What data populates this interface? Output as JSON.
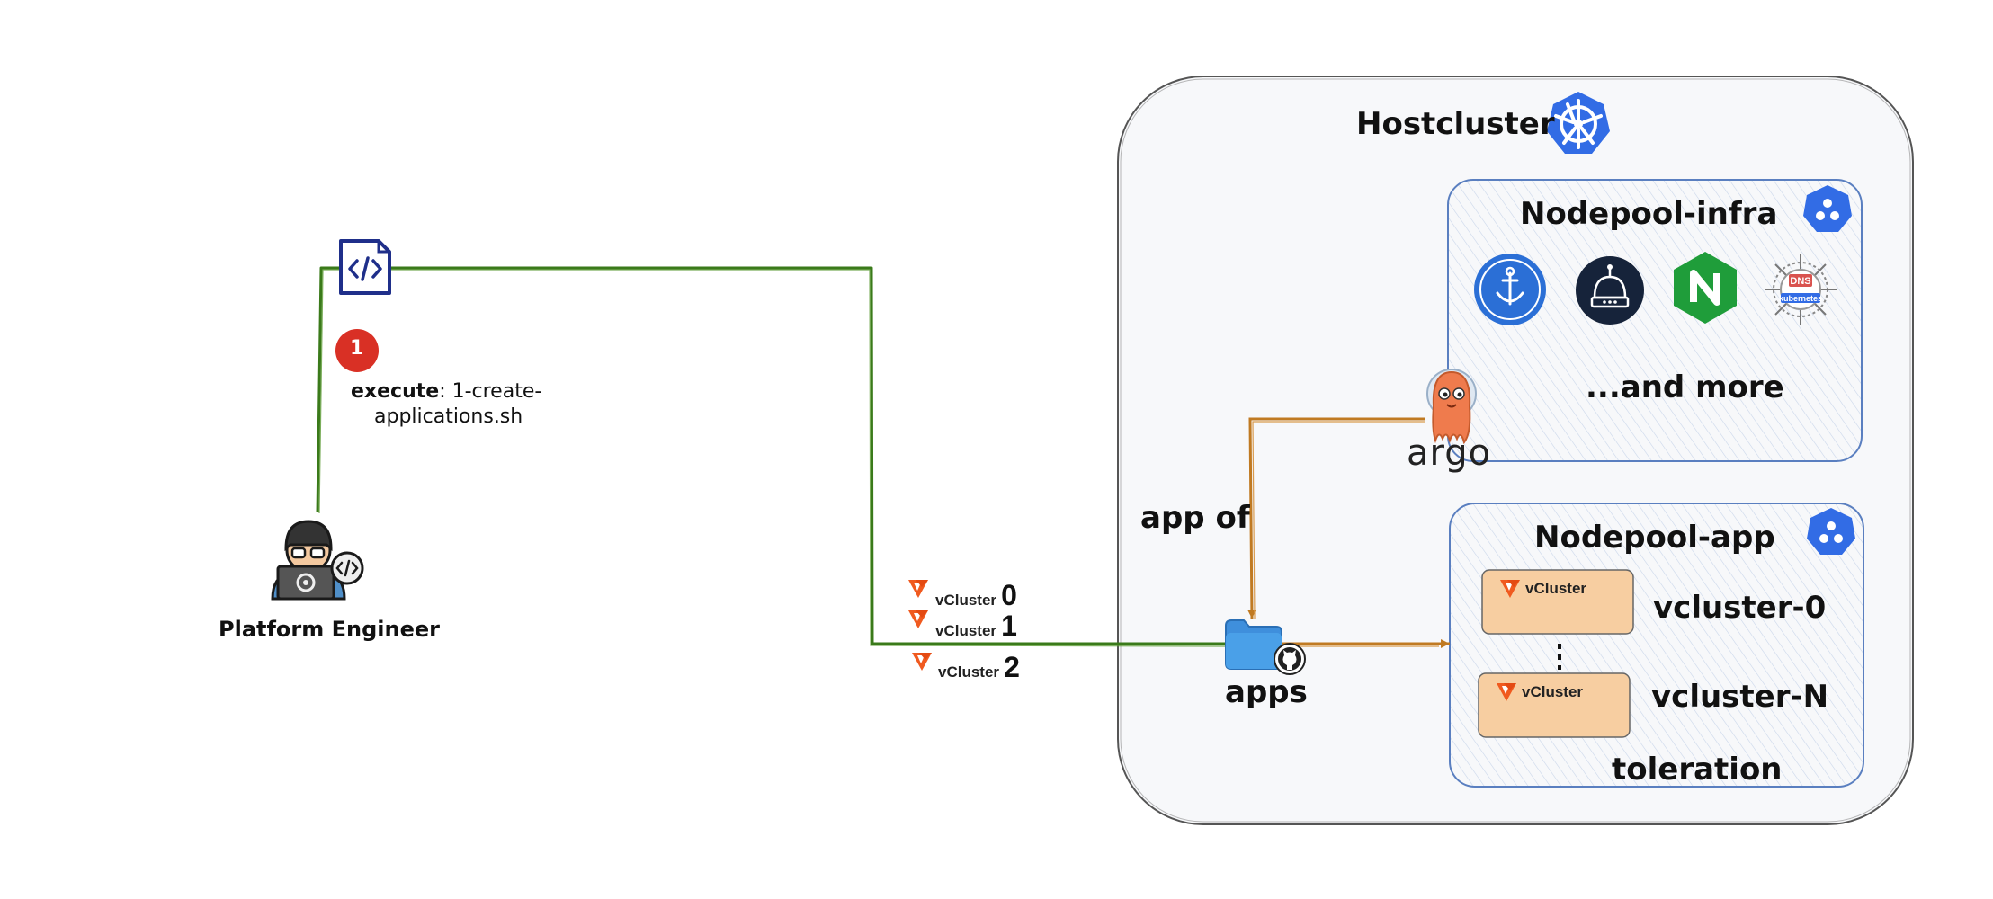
{
  "hostcluster": {
    "title": "Hostcluster"
  },
  "nodepool_infra": {
    "title": "Nodepool-infra",
    "more_text": "...and more"
  },
  "nodepool_app": {
    "title": "Nodepool-app",
    "vcluster_first": "vcluster-0",
    "vcluster_last": "vcluster-N",
    "toleration": "toleration",
    "card_brand": "vCluster"
  },
  "step": {
    "number": "1",
    "label": "execute",
    "command_line1": ": 1-create-",
    "command_line2": "applications.sh"
  },
  "engineer": {
    "label": "Platform Engineer"
  },
  "argo": {
    "wordmark": "argo"
  },
  "app_of_label": "app of",
  "apps_label": "apps",
  "vclusters": [
    {
      "brand": "vCluster",
      "number": "0"
    },
    {
      "brand": "vCluster",
      "number": "1"
    },
    {
      "brand": "vCluster",
      "number": "2"
    }
  ],
  "icons": {
    "script": "code-file-icon",
    "engineer": "platform-engineer-icon",
    "kubernetes": "kubernetes-icon",
    "nodepool": "nodepool-icon",
    "cert_manager": "cert-manager-icon",
    "robot": "robot-icon",
    "nginx": "nginx-icon",
    "external_dns": "external-dns-icon",
    "argo": "argo-icon",
    "folder": "folder-icon",
    "github": "github-icon",
    "vcluster": "vcluster-logo-icon"
  },
  "colors": {
    "green_line": "#3a7a1a",
    "orange_line": "#c07a22",
    "step_badge": "#d93025",
    "k8s_blue": "#326ce5",
    "card_fill": "#f7ceA1",
    "vcluster_orange": "#f05a1f",
    "nginx_green": "#1f9d3a"
  }
}
